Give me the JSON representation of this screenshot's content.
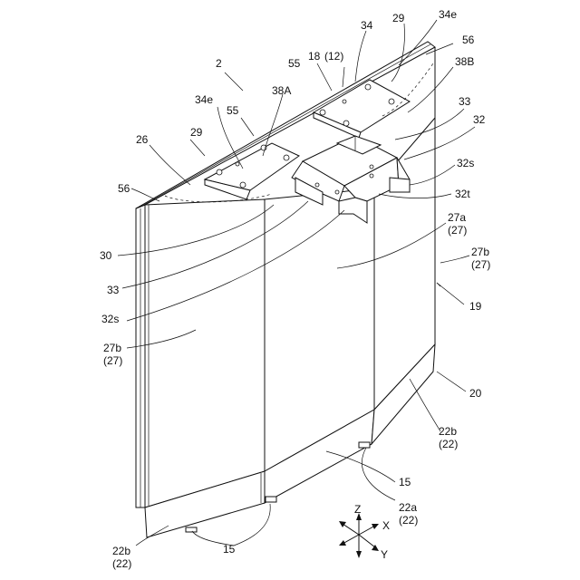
{
  "colors": {
    "line": "#111111",
    "background": "#ffffff"
  },
  "labels": {
    "l2": "2",
    "l34": "34",
    "l29a": "29",
    "l34e_right": "34e",
    "l56_right": "56",
    "l18": "18",
    "l12": "(12)",
    "l55_top": "55",
    "l38B": "38B",
    "l34e_left": "34e",
    "l38A": "38A",
    "l55_left": "55",
    "l33_right": "33",
    "l32": "32",
    "l26": "26",
    "l29b": "29",
    "l32s_right": "32s",
    "l56_left": "56",
    "l32t": "32t",
    "l27a": "27a",
    "l27a_ref": "(27)",
    "l27b_right": "27b",
    "l27b_right_ref": "(27)",
    "l30": "30",
    "l19": "19",
    "l33_left": "33",
    "l32s_left": "32s",
    "l27b_left": "27b",
    "l27b_left_ref": "(27)",
    "l20": "20",
    "l22b_right": "22b",
    "l22b_right_ref": "(22)",
    "l15_right": "15",
    "l22a": "22a",
    "l22a_ref": "(22)",
    "l15_left": "15",
    "l22b_left": "22b",
    "l22b_left_ref": "(22)"
  },
  "axes": {
    "z": "Z",
    "x": "X",
    "y": "Y"
  }
}
